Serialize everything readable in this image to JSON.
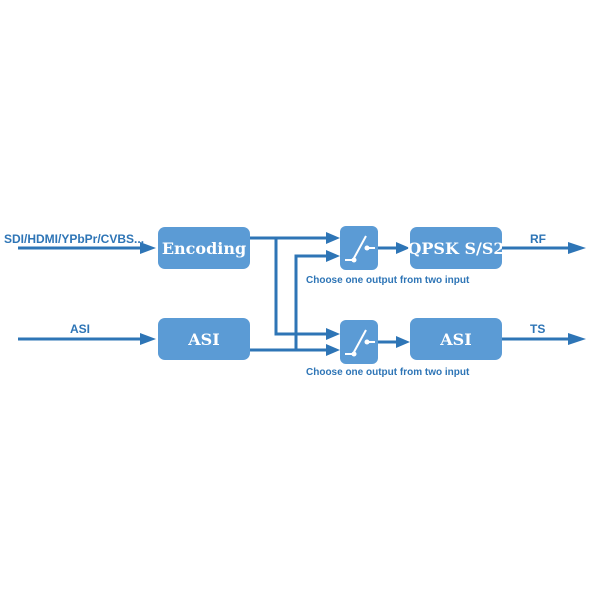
{
  "inputs": {
    "top": "SDI/HDMI/YPbPr/CVBS...",
    "bottom": "ASI"
  },
  "blocks": {
    "encoding": "Encoding",
    "asi_in": "ASI",
    "qpsk": "QPSK S/S2",
    "asi_out": "ASI"
  },
  "switch_notes": {
    "top": "Choose one output from two input",
    "bottom": "Choose one output from two input"
  },
  "outputs": {
    "top": "RF",
    "bottom": "TS"
  },
  "colors": {
    "block_fill": "#5b9bd5",
    "line": "#2e75b6",
    "text": "#2e75b6"
  }
}
